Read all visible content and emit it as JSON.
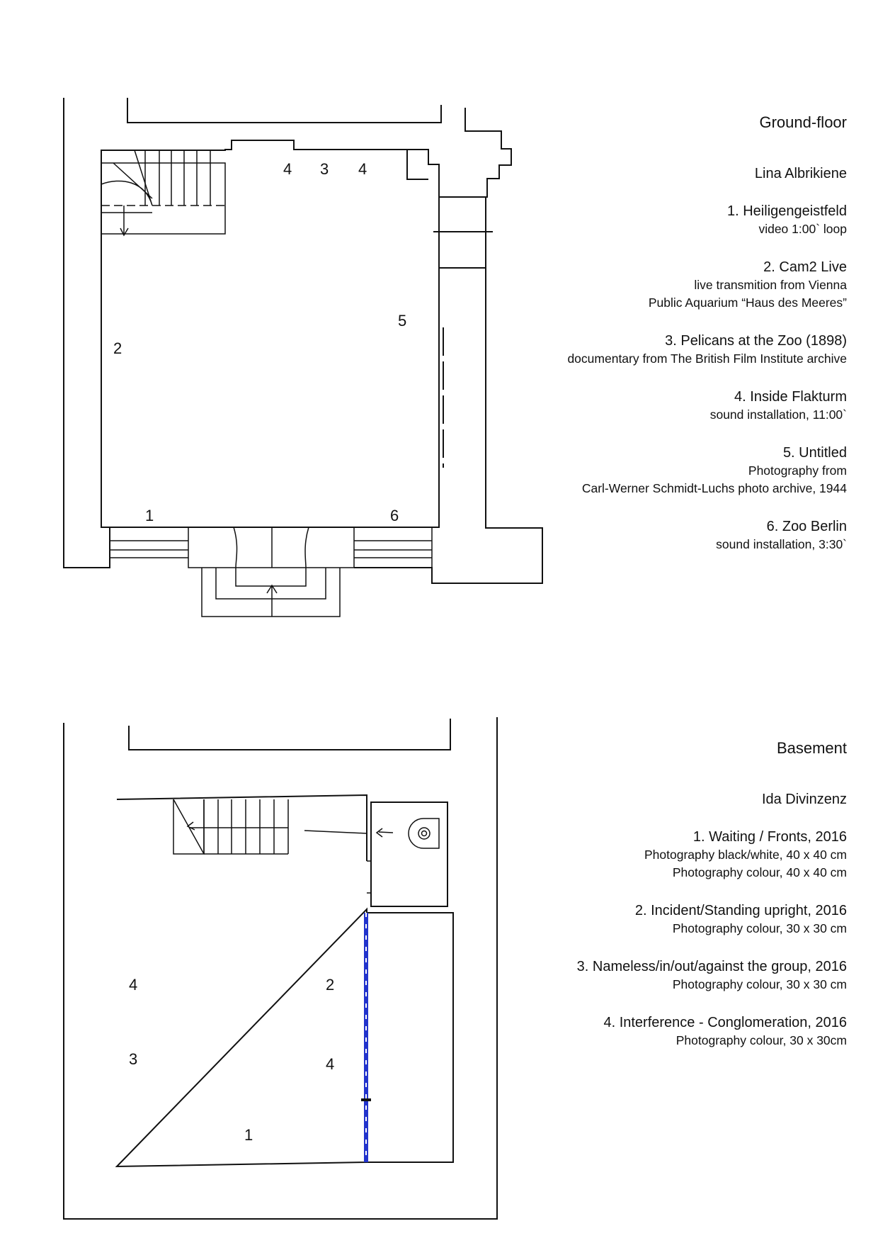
{
  "ground_floor": {
    "title": "Ground-floor",
    "artist": "Lina Albrikiene",
    "works": [
      {
        "title": "1. Heiligengeistfeld",
        "details": [
          "video 1:00` loop"
        ]
      },
      {
        "title": "2. Cam2 Live",
        "details": [
          "live transmition from Vienna",
          "Public Aquarium “Haus des Meeres”"
        ]
      },
      {
        "title": "3. Pelicans at the Zoo (1898)",
        "details": [
          "documentary from The British Film Institute archive"
        ]
      },
      {
        "title": "4. Inside Flakturm",
        "details": [
          "sound installation, 11:00`"
        ]
      },
      {
        "title": "5. Untitled",
        "details": [
          "Photography from",
          "Carl-Werner Schmidt-Luchs photo archive, 1944"
        ]
      },
      {
        "title": "6. Zoo Berlin",
        "details": [
          "sound installation, 3:30`"
        ]
      }
    ],
    "plan_markers": [
      "4",
      "3",
      "4",
      "5",
      "2",
      "1",
      "6"
    ]
  },
  "basement": {
    "title": "Basement",
    "artist": "Ida Divinzenz",
    "works": [
      {
        "title": "1. Waiting / Fronts, 2016",
        "details": [
          "Photography black/white, 40 x 40 cm",
          "Photography colour, 40 x 40 cm"
        ]
      },
      {
        "title": "2. Incident/Standing upright, 2016",
        "details": [
          "Photography colour, 30 x 30 cm"
        ]
      },
      {
        "title": "3. Nameless/in/out/against the group, 2016",
        "details": [
          "Photography colour, 30 x 30 cm"
        ]
      },
      {
        "title": "4.  Interference - Conglomeration, 2016",
        "details": [
          "Photography colour, 30 x 30cm"
        ]
      }
    ],
    "plan_markers": [
      "4",
      "2",
      "3",
      "4",
      "1"
    ]
  },
  "colors": {
    "wall": "#111111",
    "partition": "#2233cc"
  }
}
